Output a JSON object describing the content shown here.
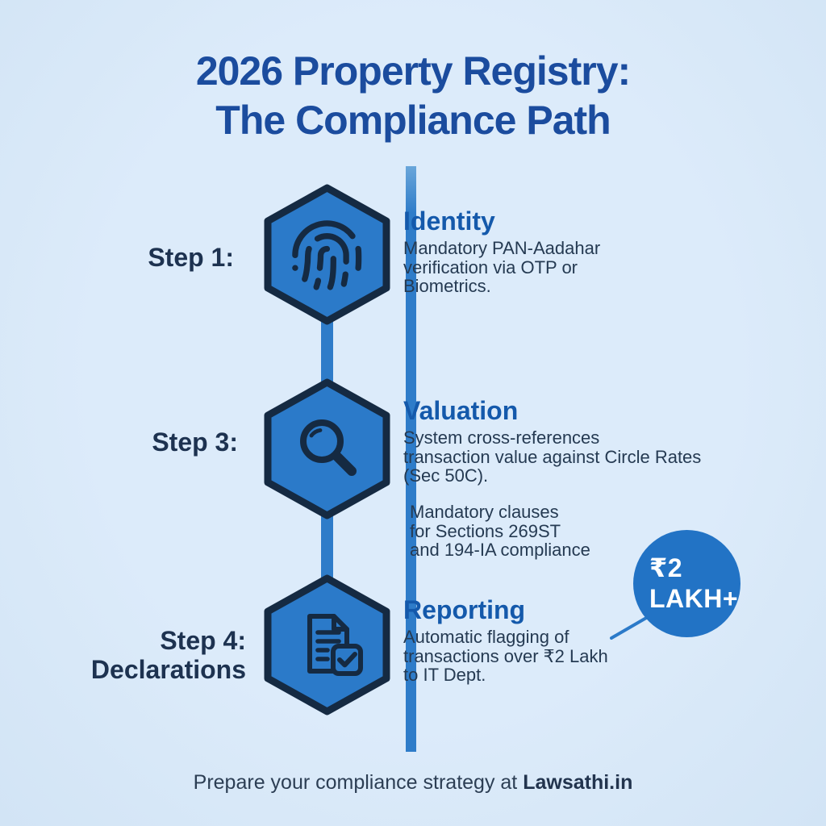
{
  "title": {
    "text": "2026 Property Registry:\nThe Compliance Path"
  },
  "steps": [
    {
      "label": "Step 1:",
      "icon": "fingerprint-icon",
      "heading": "Identity",
      "body": "Mandatory PAN-Aadahar\nverification via OTP or\nBiometrics."
    },
    {
      "label": "Step 3:",
      "icon": "magnifier-icon",
      "heading": "Valuation",
      "body": "System cross-references\ntransaction value against Circle Rates\n(Sec 50C).",
      "note": "Mandatory clauses\nfor Sections 269ST\nand 194-IA compliance"
    },
    {
      "label": "Step 4:\nDeclarations",
      "icon": "document-check-icon",
      "heading": "Reporting",
      "body": "Automatic flagging of\ntransactions over ₹2 Lakh\nto IT Dept."
    }
  ],
  "badge": {
    "text": "₹2\nLAKH+"
  },
  "footer": {
    "text": "Prepare your compliance strategy at ",
    "brand": "Lawsathi.in"
  },
  "colors": {
    "background": "#dcebfa",
    "title_blue": "#1b4c9e",
    "heading_blue": "#1459ab",
    "text_navy": "#253a52",
    "hexagon_fill": "#2b7ac9",
    "hexagon_border": "#152a42",
    "timeline_blue": "#2e7cc9",
    "badge_blue": "#2273c5",
    "badge_text": "#ffffff"
  }
}
